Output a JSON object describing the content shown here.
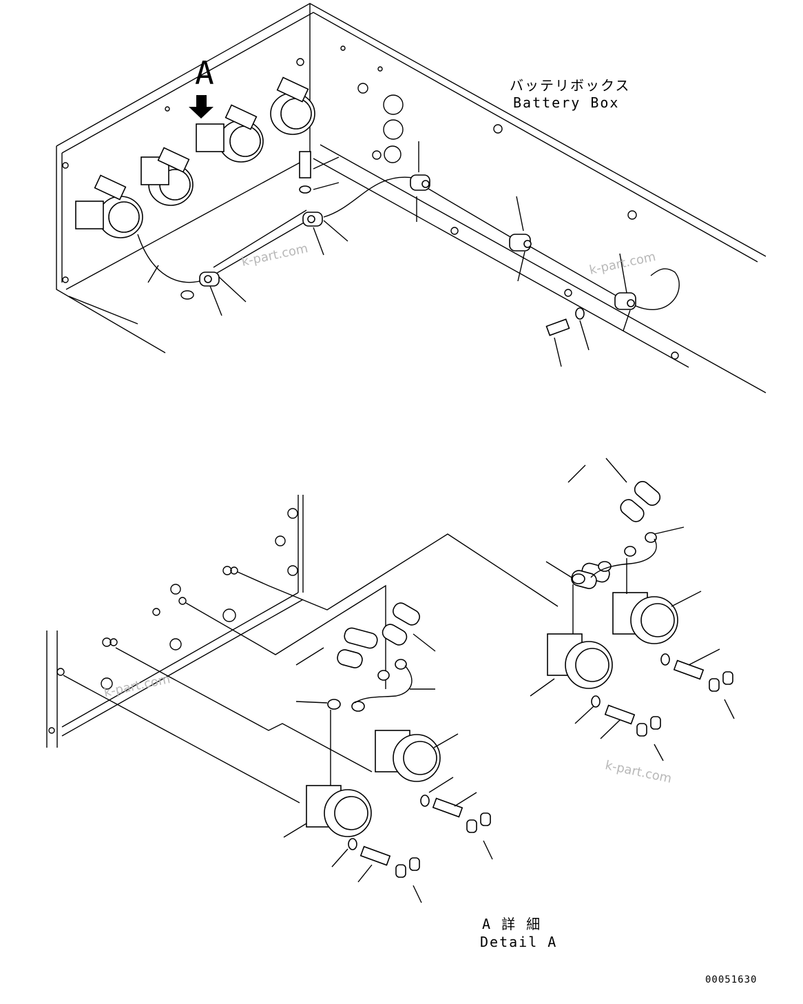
{
  "labels": {
    "view_marker": "A",
    "battery_box_jp": "バッテリボックス",
    "battery_box_en": "Battery Box",
    "detail_jp": "A 詳 細",
    "detail_en": "Detail A",
    "drawing_number": "00051630"
  },
  "watermarks": [
    "k-part.com",
    "k-part.com",
    "k-part.com",
    "k-part.com"
  ]
}
